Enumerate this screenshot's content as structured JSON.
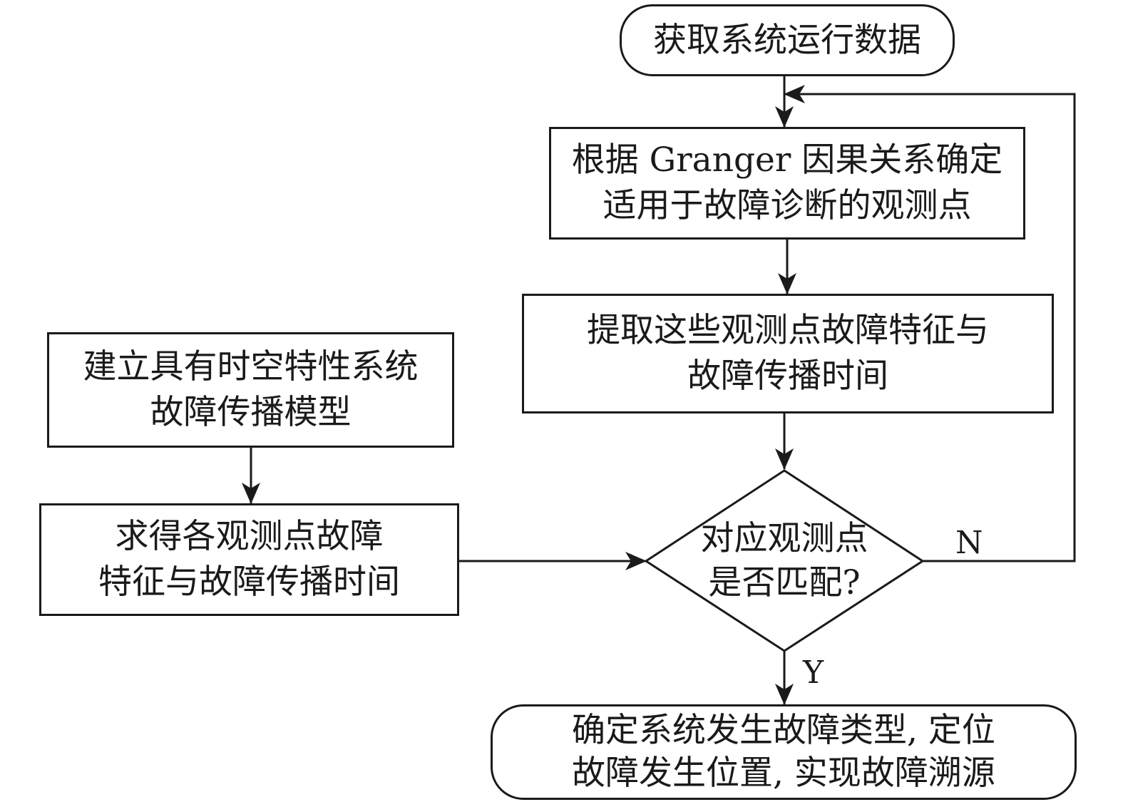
{
  "nodes": {
    "start": {
      "lines": [
        "获取系统运行数据"
      ]
    },
    "select_points": {
      "lines": [
        "根据 Granger 因果关系确定",
        "适用于故障诊断的观测点"
      ]
    },
    "extract_features": {
      "lines": [
        "提取这些观测点故障特征与",
        "故障传播时间"
      ]
    },
    "build_model": {
      "lines": [
        "建立具有时空特性系统",
        "故障传播模型"
      ]
    },
    "compute_features": {
      "lines": [
        "求得各观测点故障",
        "特征与故障传播时间"
      ]
    },
    "decision": {
      "lines": [
        "对应观测点",
        "是否匹配?"
      ]
    },
    "end": {
      "lines": [
        "确定系统发生故障类型, 定位",
        "故障发生位置, 实现故障溯源"
      ]
    }
  },
  "branches": {
    "yes_label": "Y",
    "no_label": "N"
  },
  "colors": {
    "stroke": "#1a1a1a",
    "background": "#ffffff"
  }
}
